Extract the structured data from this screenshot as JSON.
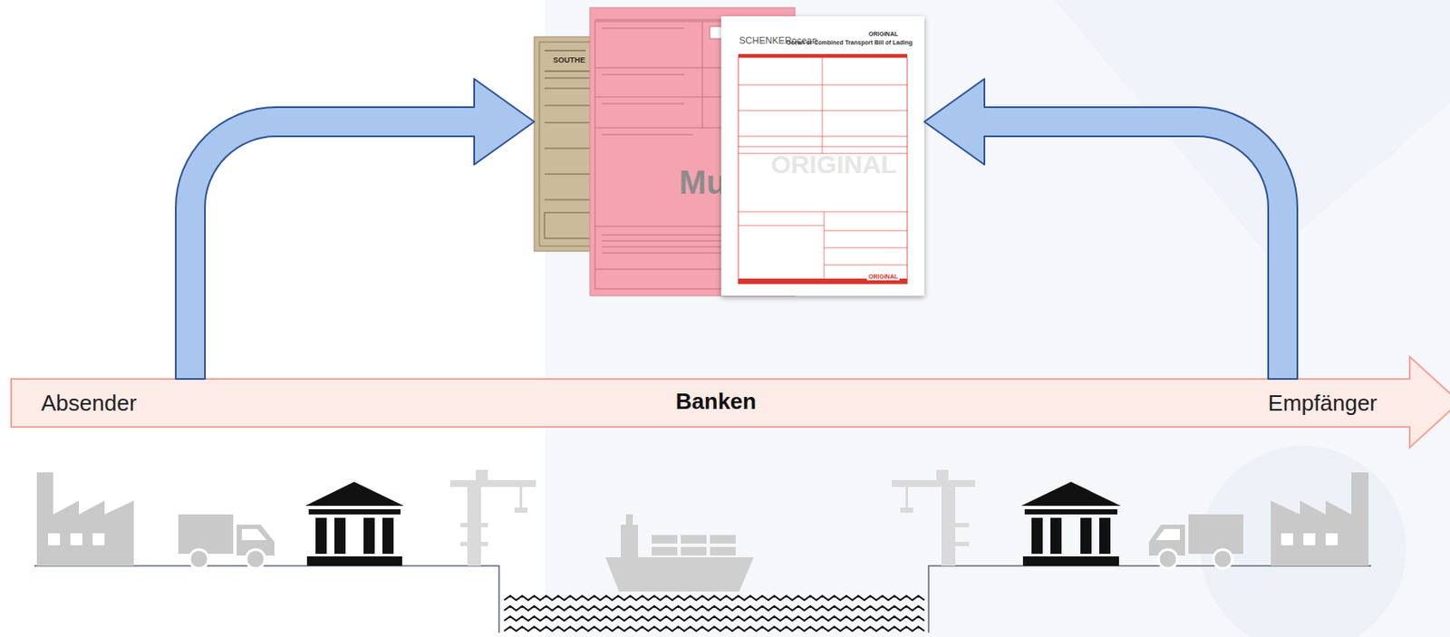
{
  "diagram": {
    "nodes": [
      {
        "text": [
          "SOUTHE"
        ]
      },
      {
        "text": [
          "Mu"
        ]
      },
      {
        "text": [
          "SCHENKERocean",
          "ORIGINAL",
          "Ocean or Combined Transport Bill of Lading",
          "ORIGINAL",
          "ORIGINAL"
        ]
      },
      {
        "text": [
          "Absender",
          "Banken",
          "Empfänger"
        ]
      }
    ],
    "edges": [
      {
        "from": 3,
        "to": 0,
        "arrow": "to"
      },
      {
        "from": 3,
        "to": 2,
        "arrow": "to"
      }
    ]
  }
}
